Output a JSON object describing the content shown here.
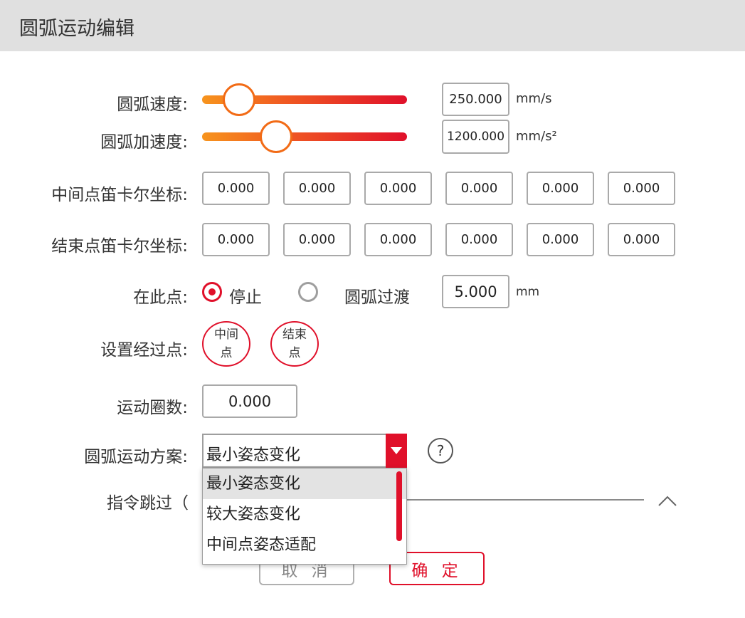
{
  "window": {
    "title": "圆弧运动编辑"
  },
  "speed": {
    "label": "圆弧速度:",
    "value": "250.000",
    "unit": "mm/s",
    "slider_fraction": 0.18
  },
  "accel": {
    "label": "圆弧加速度:",
    "value": "1200.000",
    "unit": "mm/s²",
    "slider_fraction": 0.36
  },
  "middle_point": {
    "label": "中间点笛卡尔坐标:",
    "values": [
      "0.000",
      "0.000",
      "0.000",
      "0.000",
      "0.000",
      "0.000"
    ]
  },
  "end_point": {
    "label": "结束点笛卡尔坐标:",
    "values": [
      "0.000",
      "0.000",
      "0.000",
      "0.000",
      "0.000",
      "0.000"
    ]
  },
  "at_point": {
    "label": "在此点:",
    "option_stop": "停止",
    "option_blend": "圆弧过渡",
    "selected": "stop",
    "blend_value": "5.000",
    "blend_unit": "mm"
  },
  "set_points": {
    "label": "设置经过点:",
    "middle_line1": "中间",
    "middle_line2": "点",
    "end_line1": "结束",
    "end_line2": "点"
  },
  "turns": {
    "label": "运动圈数:",
    "value": "0.000"
  },
  "scheme": {
    "label": "圆弧运动方案:",
    "selected": "最小姿态变化",
    "help": "?",
    "options": [
      "最小姿态变化",
      "较大姿态变化",
      "中间点姿态适配"
    ]
  },
  "skip": {
    "label": "指令跳过（"
  },
  "buttons": {
    "cancel": "取 消",
    "ok": "确 定"
  },
  "colors": {
    "accent": "#e0102a",
    "slider_start": "#f7941d",
    "slider_end": "#e0102a"
  }
}
